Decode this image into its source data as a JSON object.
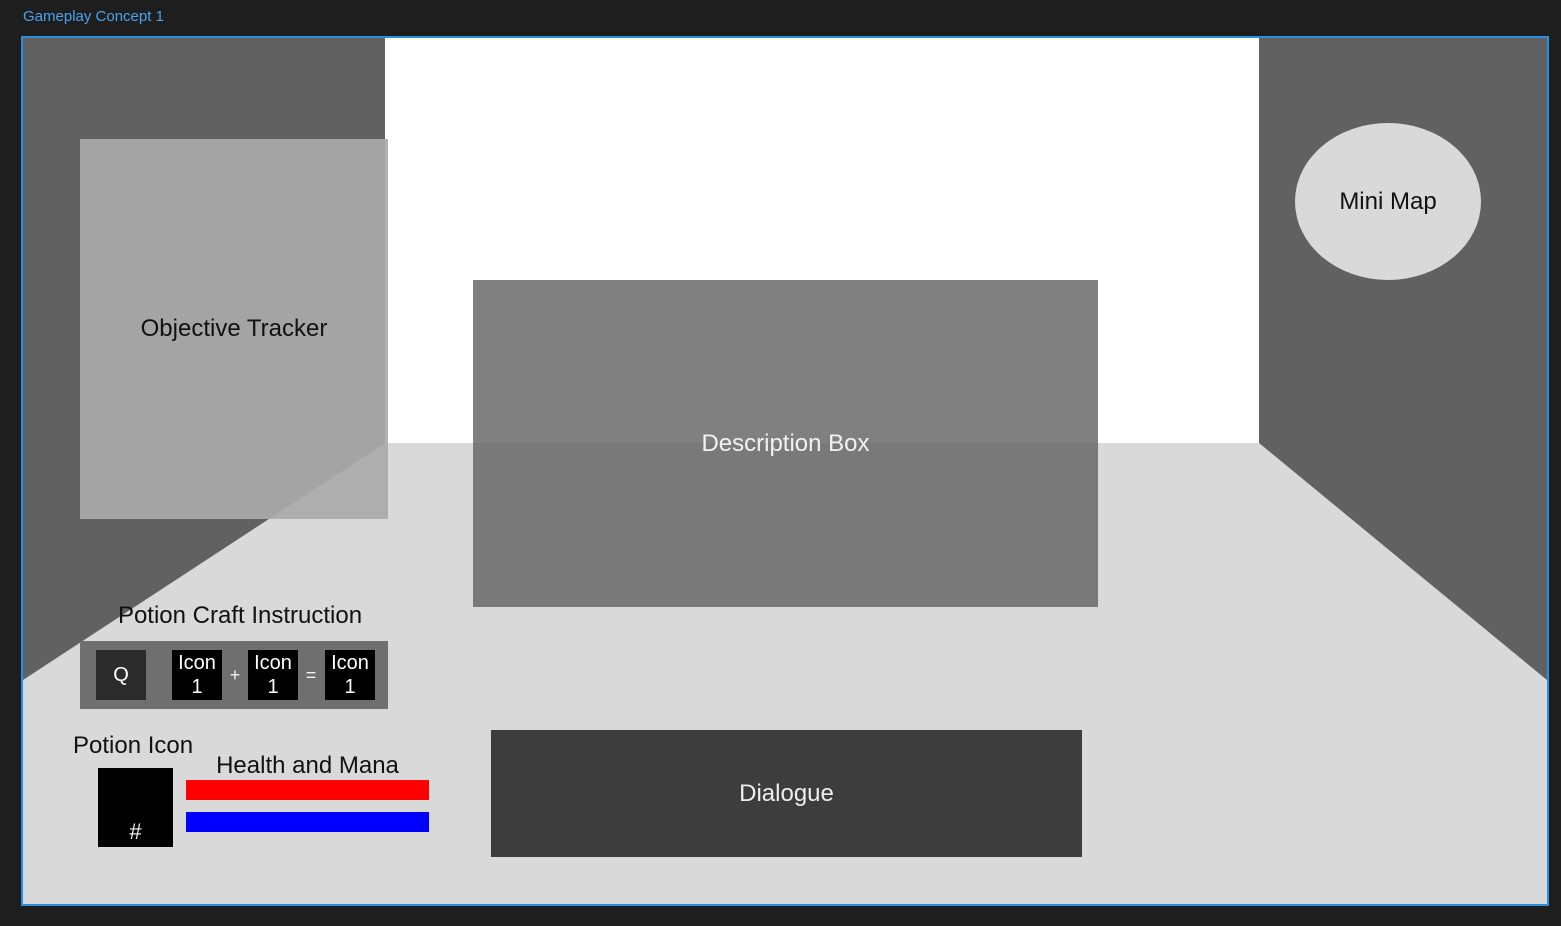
{
  "frame": {
    "title": "Gameplay Concept 1"
  },
  "hud": {
    "objective_tracker": "Objective Tracker",
    "description_box": "Description Box",
    "mini_map": "Mini Map",
    "potion_craft": {
      "title": "Potion Craft Instruction",
      "key": "Q",
      "slots": [
        {
          "line1": "Icon",
          "line2": "1"
        },
        {
          "line1": "Icon",
          "line2": "1"
        },
        {
          "line1": "Icon",
          "line2": "1"
        }
      ],
      "plus": "+",
      "equals": "="
    },
    "potion_icon": {
      "title": "Potion Icon",
      "count": "#"
    },
    "health_mana": {
      "title": "Health and Mana",
      "health": {
        "fill": 1.0,
        "color": "#ff0000"
      },
      "mana": {
        "fill": 1.0,
        "color": "#0000ff"
      }
    },
    "dialogue": "Dialogue"
  },
  "colors": {
    "frame_border": "#2b8fe0",
    "sky": "#ffffff",
    "walls": "#616161",
    "floor": "#d9d9d9"
  }
}
